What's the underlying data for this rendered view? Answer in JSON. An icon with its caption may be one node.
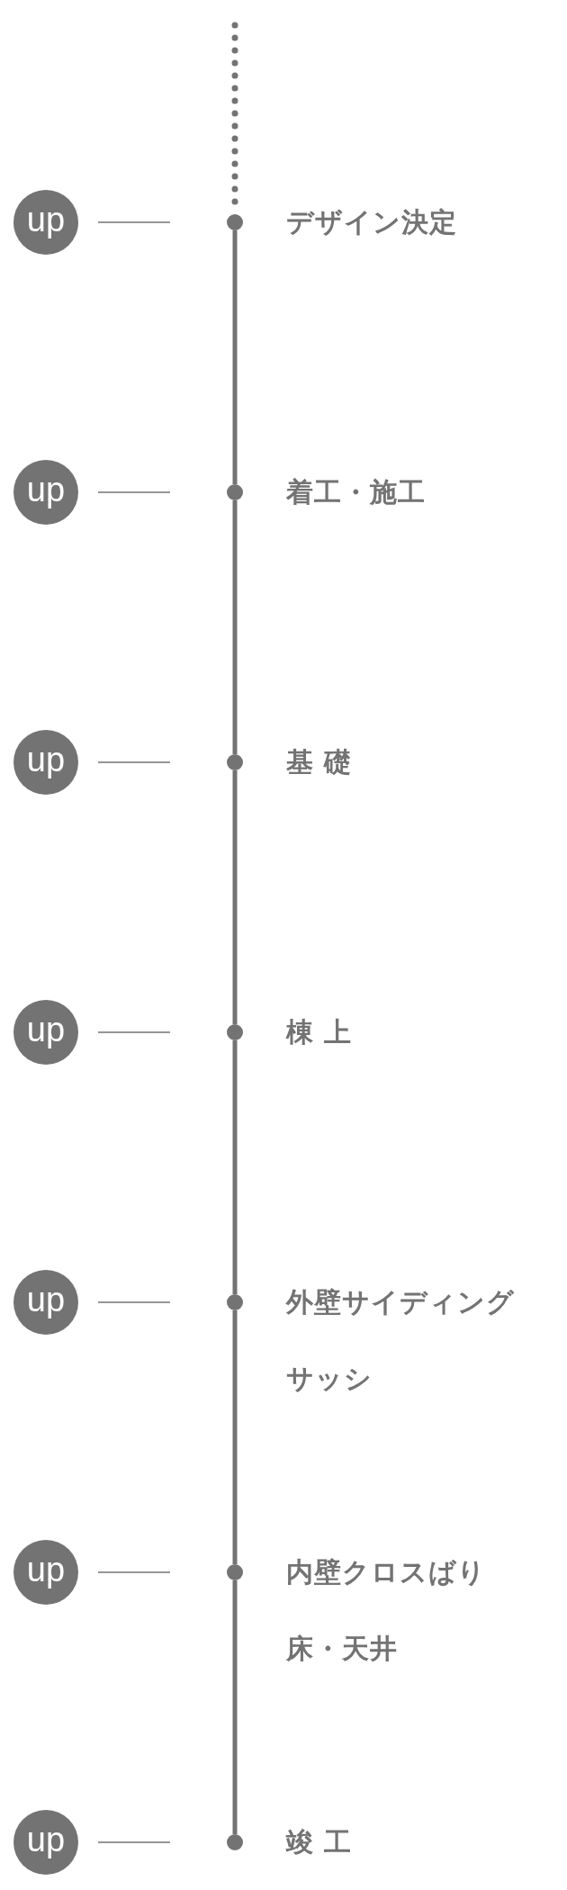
{
  "diagram": {
    "nodes": [
      {
        "text": [
          "up"
        ]
      },
      {
        "text": [],
        "shape": "circle"
      },
      {
        "text": [
          "デザイン決定"
        ]
      },
      {
        "text": [
          "up"
        ]
      },
      {
        "text": [],
        "shape": "circle"
      },
      {
        "text": [
          "着工・施工"
        ]
      },
      {
        "text": [
          "up"
        ]
      },
      {
        "text": [],
        "shape": "circle"
      },
      {
        "text": [
          "基 礎"
        ]
      },
      {
        "text": [
          "up"
        ]
      },
      {
        "text": [],
        "shape": "circle"
      },
      {
        "text": [
          "棟 上"
        ]
      },
      {
        "text": [
          "up"
        ]
      },
      {
        "text": [],
        "shape": "circle"
      },
      {
        "text": [
          "外壁サイディング",
          "サッシ"
        ]
      },
      {
        "text": [
          "up"
        ]
      },
      {
        "text": [],
        "shape": "circle"
      },
      {
        "text": [
          "内壁クロスばり",
          "床・天井"
        ]
      },
      {
        "text": [
          "up"
        ]
      },
      {
        "text": [],
        "shape": "circle"
      },
      {
        "text": [
          "竣 工"
        ]
      }
    ],
    "edges": [
      {
        "from": null,
        "to": 1,
        "arrow": "none",
        "style": "dashed"
      },
      {
        "from": 1,
        "to": 4,
        "arrow": "none"
      },
      {
        "from": 4,
        "to": 7,
        "arrow": "none"
      },
      {
        "from": 7,
        "to": 10,
        "arrow": "none"
      },
      {
        "from": 10,
        "to": 13,
        "arrow": "none"
      },
      {
        "from": 13,
        "to": 16,
        "arrow": "none"
      },
      {
        "from": 16,
        "to": 19,
        "arrow": "none"
      }
    ]
  }
}
